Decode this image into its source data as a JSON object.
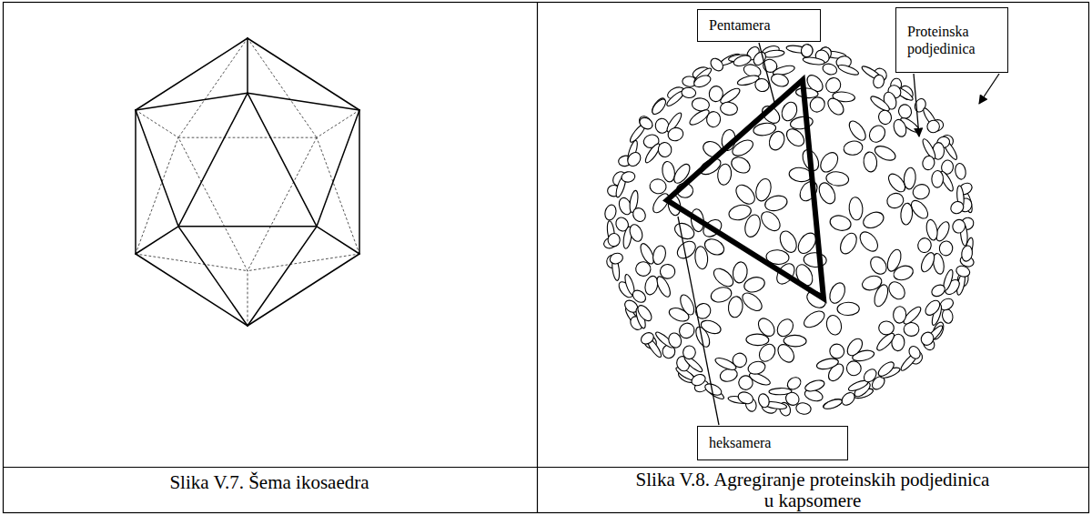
{
  "diagram": {
    "nodes": [
      {
        "text": [
          "Pentamera"
        ]
      },
      {
        "text": [
          "Proteinska podjedinica"
        ]
      },
      {
        "text": [
          "heksamera"
        ]
      }
    ],
    "labels": [
      "Slika V.7. Šema ikosaedra",
      "Slika V.8. Agregiranje proteinskih podjedinica u kapsomere"
    ]
  }
}
